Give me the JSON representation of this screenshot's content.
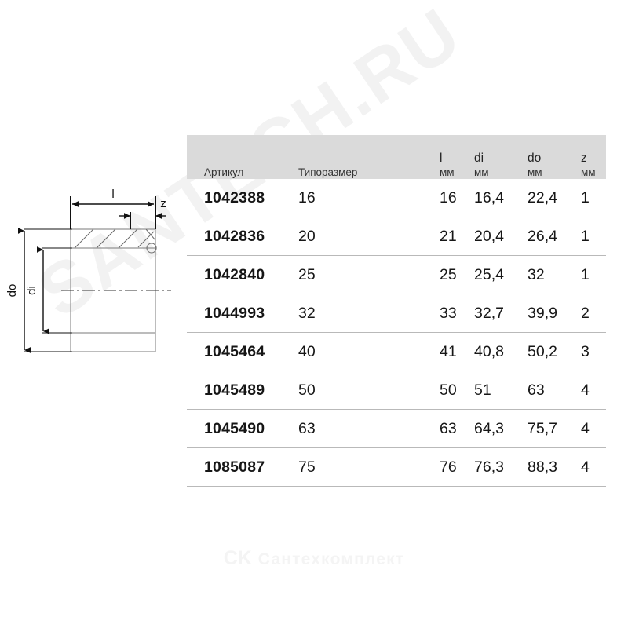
{
  "watermarks": {
    "diagonal": "SANTECH.RU",
    "bottom_logo": "CK",
    "bottom_text": "Сантехкомплект"
  },
  "drawing": {
    "name": "pipe-fitting-cross-section",
    "labels": {
      "length": "l",
      "chamfer": "z",
      "outer_diameter": "do",
      "inner_diameter": "di"
    }
  },
  "table": {
    "headers": [
      {
        "symbol": "",
        "unit": "",
        "label": "Артикул"
      },
      {
        "symbol": "",
        "unit": "",
        "label": "Типоразмер"
      },
      {
        "symbol": "l",
        "unit": "мм",
        "label": ""
      },
      {
        "symbol": "di",
        "unit": "мм",
        "label": ""
      },
      {
        "symbol": "do",
        "unit": "мм",
        "label": ""
      },
      {
        "symbol": "z",
        "unit": "мм",
        "label": ""
      }
    ],
    "rows": [
      {
        "article": "1042388",
        "size": "16",
        "l": "16",
        "di": "16,4",
        "do": "22,4",
        "z": "1"
      },
      {
        "article": "1042836",
        "size": "20",
        "l": "21",
        "di": "20,4",
        "do": "26,4",
        "z": "1"
      },
      {
        "article": "1042840",
        "size": "25",
        "l": "25",
        "di": "25,4",
        "do": "32",
        "z": "1"
      },
      {
        "article": "1044993",
        "size": "32",
        "l": "33",
        "di": "32,7",
        "do": "39,9",
        "z": "2"
      },
      {
        "article": "1045464",
        "size": "40",
        "l": "41",
        "di": "40,8",
        "do": "50,2",
        "z": "3"
      },
      {
        "article": "1045489",
        "size": "50",
        "l": "50",
        "di": "51",
        "do": "63",
        "z": "4"
      },
      {
        "article": "1045490",
        "size": "63",
        "l": "63",
        "di": "64,3",
        "do": "75,7",
        "z": "4"
      },
      {
        "article": "1085087",
        "size": "75",
        "l": "76",
        "di": "76,3",
        "do": "88,3",
        "z": "4"
      }
    ]
  },
  "colors": {
    "header_bg": "#dadada",
    "row_divider": "#b9b9b9",
    "text": "#161616",
    "drawing_line": "#1a1a1a",
    "drawing_thin": "#6b6b6b",
    "watermark": "#f2f2f2",
    "page_bg": "#ffffff"
  }
}
